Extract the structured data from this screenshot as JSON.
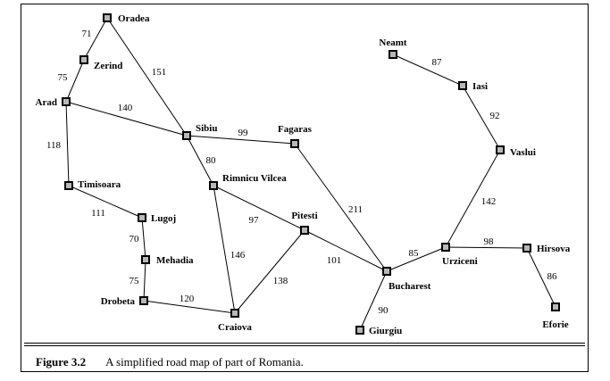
{
  "figure": {
    "number": "Figure 3.2",
    "caption": "A simplified road map of part of Romania."
  },
  "cities": [
    {
      "id": "oradea",
      "name": "Oradea"
    },
    {
      "id": "zerind",
      "name": "Zerind"
    },
    {
      "id": "arad",
      "name": "Arad"
    },
    {
      "id": "timisoara",
      "name": "Timisoara"
    },
    {
      "id": "lugoj",
      "name": "Lugoj"
    },
    {
      "id": "mehadia",
      "name": "Mehadia"
    },
    {
      "id": "drobeta",
      "name": "Drobeta"
    },
    {
      "id": "craiova",
      "name": "Craiova"
    },
    {
      "id": "sibiu",
      "name": "Sibiu"
    },
    {
      "id": "rimnicu",
      "name": "Rimnicu Vilcea"
    },
    {
      "id": "fagaras",
      "name": "Fagaras"
    },
    {
      "id": "pitesti",
      "name": "Pitesti"
    },
    {
      "id": "bucharest",
      "name": "Bucharest"
    },
    {
      "id": "giurgiu",
      "name": "Giurgiu"
    },
    {
      "id": "urziceni",
      "name": "Urziceni"
    },
    {
      "id": "hirsova",
      "name": "Hirsova"
    },
    {
      "id": "eforie",
      "name": "Eforie"
    },
    {
      "id": "vaslui",
      "name": "Vaslui"
    },
    {
      "id": "iasi",
      "name": "Iasi"
    },
    {
      "id": "neamt",
      "name": "Neamt"
    }
  ],
  "roads": [
    {
      "from": "oradea",
      "to": "zerind",
      "distance": "71"
    },
    {
      "from": "zerind",
      "to": "arad",
      "distance": "75"
    },
    {
      "from": "oradea",
      "to": "sibiu",
      "distance": "151"
    },
    {
      "from": "arad",
      "to": "sibiu",
      "distance": "140"
    },
    {
      "from": "arad",
      "to": "timisoara",
      "distance": "118"
    },
    {
      "from": "timisoara",
      "to": "lugoj",
      "distance": "111"
    },
    {
      "from": "lugoj",
      "to": "mehadia",
      "distance": "70"
    },
    {
      "from": "mehadia",
      "to": "drobeta",
      "distance": "75"
    },
    {
      "from": "drobeta",
      "to": "craiova",
      "distance": "120"
    },
    {
      "from": "sibiu",
      "to": "fagaras",
      "distance": "99"
    },
    {
      "from": "sibiu",
      "to": "rimnicu",
      "distance": "80"
    },
    {
      "from": "rimnicu",
      "to": "pitesti",
      "distance": "97"
    },
    {
      "from": "rimnicu",
      "to": "craiova",
      "distance": "146"
    },
    {
      "from": "craiova",
      "to": "pitesti",
      "distance": "138"
    },
    {
      "from": "fagaras",
      "to": "bucharest",
      "distance": "211"
    },
    {
      "from": "pitesti",
      "to": "bucharest",
      "distance": "101"
    },
    {
      "from": "bucharest",
      "to": "giurgiu",
      "distance": "90"
    },
    {
      "from": "bucharest",
      "to": "urziceni",
      "distance": "85"
    },
    {
      "from": "urziceni",
      "to": "hirsova",
      "distance": "98"
    },
    {
      "from": "hirsova",
      "to": "eforie",
      "distance": "86"
    },
    {
      "from": "urziceni",
      "to": "vaslui",
      "distance": "142"
    },
    {
      "from": "vaslui",
      "to": "iasi",
      "distance": "92"
    },
    {
      "from": "iasi",
      "to": "neamt",
      "distance": "87"
    }
  ]
}
